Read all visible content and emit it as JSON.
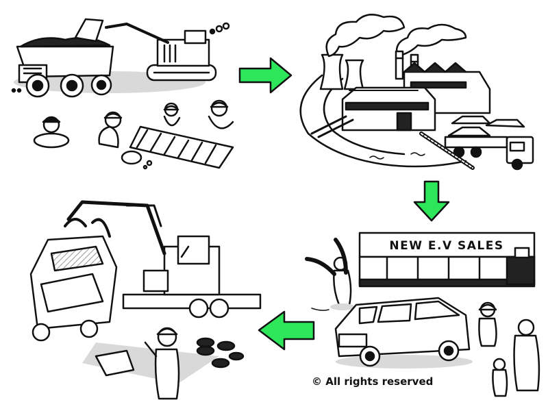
{
  "diagram": {
    "stages": [
      {
        "id": "mining"
      },
      {
        "id": "manufacturing"
      },
      {
        "id": "sales",
        "sign": "NEW E.V SALES"
      },
      {
        "id": "scrapping"
      }
    ],
    "arrows": [
      {
        "from": "mining",
        "to": "manufacturing",
        "direction": "right"
      },
      {
        "from": "manufacturing",
        "to": "sales",
        "direction": "down"
      },
      {
        "from": "sales",
        "to": "scrapping",
        "direction": "left"
      }
    ],
    "arrow_color": "#2ee65a"
  },
  "copyright": "© All rights reserved"
}
